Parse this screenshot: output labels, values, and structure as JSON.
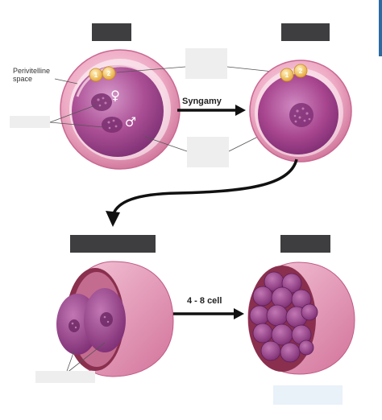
{
  "labels": {
    "perivitelline": "Perivitelline\nspace",
    "syngamy": "Syngamy",
    "cell_stage": "4 - 8 cell",
    "polar_1": "1",
    "polar_2": "2",
    "polar_3": "1",
    "polar_4": "2",
    "female_symbol": "♀",
    "male_symbol": "♂"
  },
  "colors": {
    "zona": "#e9a1bd",
    "zona_edge": "#c85a85",
    "cytoplasm": "#a2448a",
    "cytoplasm_light": "#c47cb2",
    "pronucleus": "#7a3070",
    "polar_body": "#f0c24a",
    "label_box": "#3e3e40",
    "arrow": "#111111"
  }
}
